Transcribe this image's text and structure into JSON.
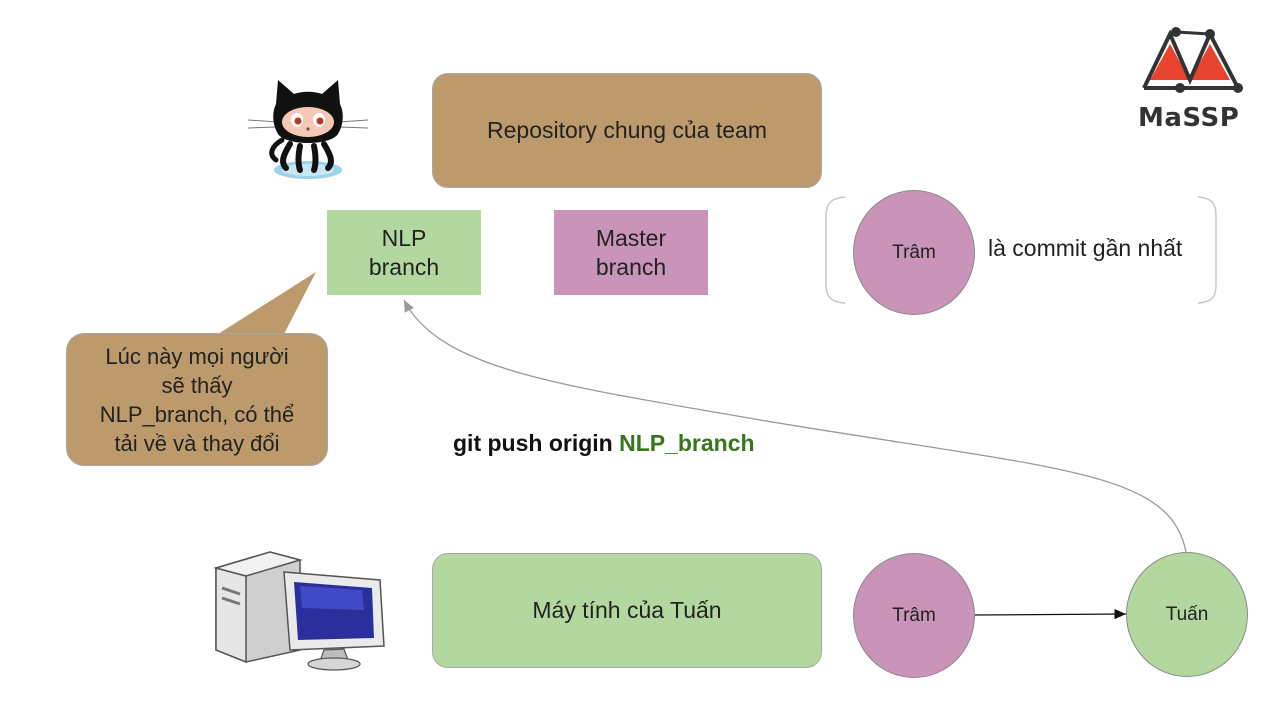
{
  "logo": {
    "text": "MaSSP"
  },
  "repo_box": {
    "label": "Repository chung của team"
  },
  "nlp_branch": {
    "line1": "NLP",
    "line2": "branch"
  },
  "master_branch": {
    "line1": "Master",
    "line2": "branch"
  },
  "legend": {
    "circle_label": "Trâm",
    "text": "là commit gần nhất"
  },
  "callout": {
    "line1": "Lúc này mọi người",
    "line2": "sẽ thấy",
    "line3": "NLP_branch, có thể",
    "line4": "tải về và thay đổi"
  },
  "command": {
    "prefix": "git push origin ",
    "branch": "NLP_branch"
  },
  "local_box": {
    "label": "Máy tính của Tuấn"
  },
  "commit_tram": {
    "label": "Trâm"
  },
  "commit_tuan": {
    "label": "Tuấn"
  },
  "colors": {
    "brown": "#bd9a6c",
    "green": "#b2d8a0",
    "pink": "#c994b8",
    "cmd_green": "#38761d",
    "logo_red": "#e8432f"
  }
}
